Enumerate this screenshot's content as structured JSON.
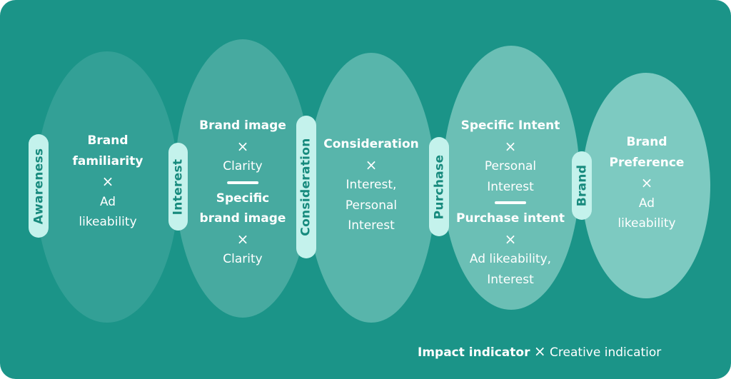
{
  "stages": [
    {
      "label": "Awareness",
      "color": "#33a096",
      "lines": [
        {
          "text": "Brand",
          "bold": true
        },
        {
          "text": "familiarity",
          "bold": true
        },
        {
          "text": "×"
        },
        {
          "text": "Ad"
        },
        {
          "text": "likeability"
        }
      ]
    },
    {
      "label": "Interest",
      "color": "#47aaa0",
      "groups": [
        [
          {
            "text": "Brand image",
            "bold": true
          },
          {
            "text": "×"
          },
          {
            "text": "Clarity"
          }
        ],
        [
          {
            "text": "Specific",
            "bold": true
          },
          {
            "text": "brand image",
            "bold": true
          },
          {
            "text": "×"
          },
          {
            "text": "Clarity"
          }
        ]
      ]
    },
    {
      "label": "Consideration",
      "color": "#58b5ab",
      "lines": [
        {
          "text": "Consideration",
          "bold": true
        },
        {
          "text": "×"
        },
        {
          "text": "Interest,"
        },
        {
          "text": "Personal"
        },
        {
          "text": "Interest"
        }
      ]
    },
    {
      "label": "Purchase",
      "color": "#6bbfb5",
      "groups": [
        [
          {
            "text": "Specific Intent",
            "bold": true
          },
          {
            "text": "×"
          },
          {
            "text": "Personal"
          },
          {
            "text": "Interest"
          }
        ],
        [
          {
            "text": "Purchase intent",
            "bold": true
          },
          {
            "text": "×"
          },
          {
            "text": "Ad likeability,"
          },
          {
            "text": "Interest"
          }
        ]
      ]
    },
    {
      "label": "Brand",
      "color": "#7dcac1",
      "lines": [
        {
          "text": "Brand",
          "bold": true
        },
        {
          "text": "Preference",
          "bold": true
        },
        {
          "text": "×"
        },
        {
          "text": "Ad"
        },
        {
          "text": "likeability"
        }
      ]
    }
  ],
  "legend": {
    "impact": "Impact indicator",
    "times": "×",
    "creative": "Creative indicatior"
  },
  "colors": {
    "background": "#1b9488",
    "pill": "#c4f2ec",
    "pill_text": "#178a7d"
  }
}
